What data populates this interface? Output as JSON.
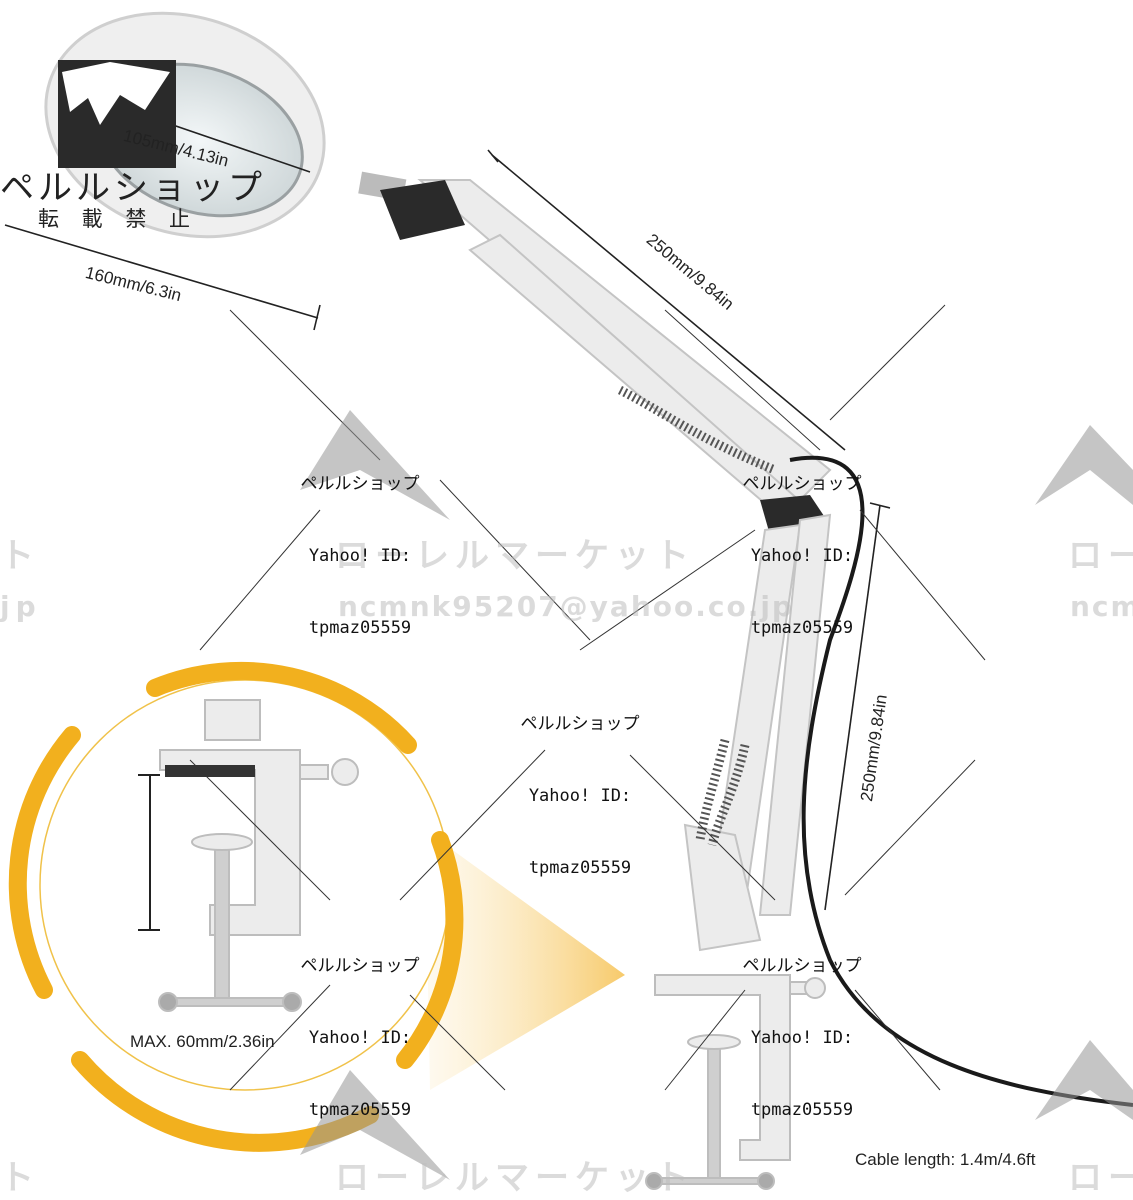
{
  "labels": {
    "lens_diameter": "105mm/4.13in",
    "head_diameter": "160mm/6.3in",
    "upper_arm": "250mm/9.84in",
    "lower_arm": "250mm/9.84in",
    "clamp_max": "MAX. 60mm/2.36in",
    "cable": "Cable length: 1.4m/4.6ft"
  },
  "brand": {
    "name": "ペルルショップ",
    "notice": "転 載 禁 止"
  },
  "watermark_blocks": [
    {
      "line1": "ペルルショップ",
      "line2": "Yahoo! ID:",
      "line3": "tpmaz05559"
    },
    {
      "line1": "ペルルショップ",
      "line2": "Yahoo! ID:",
      "line3": "tpmaz05559"
    },
    {
      "line1": "ペルルショップ",
      "line2": "Yahoo! ID:",
      "line3": "tpmaz05559"
    },
    {
      "line1": "ペルルショップ",
      "line2": "Yahoo! ID:",
      "line3": "tpmaz05559"
    },
    {
      "line1": "ペルルショップ",
      "line2": "Yahoo! ID:",
      "line3": "tpmaz05559"
    }
  ],
  "background_marks": {
    "market_name": "ローレルマーケット",
    "email": "ncmnk95207@yahoo.co.jp",
    "edge_left_1": "ト",
    "edge_left_2": "jp",
    "edge_right_1": "ロー",
    "edge_right_2": "ncm",
    "edge_bottom_left": "ト",
    "edge_bottom_right": "ロー"
  },
  "colors": {
    "accent_orange": "#f2b01e",
    "lamp_white": "#ececec",
    "lamp_shadow": "#bdbdbd"
  }
}
